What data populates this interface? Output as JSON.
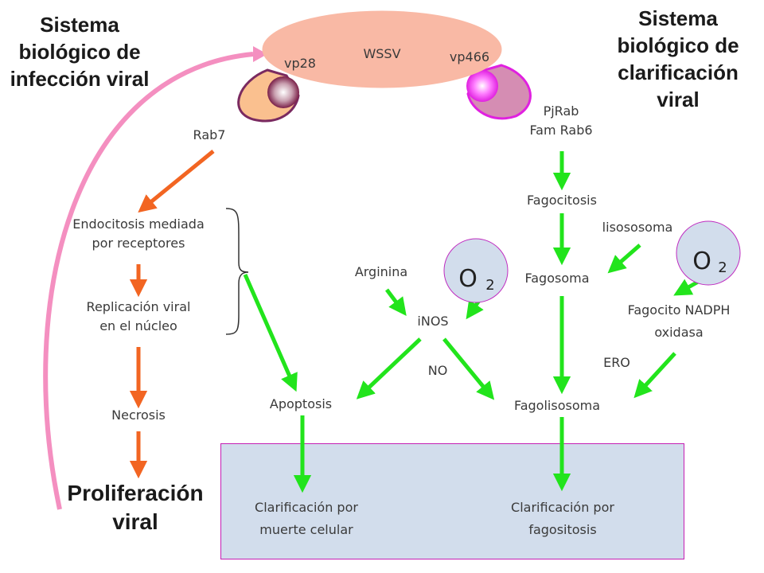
{
  "titles": {
    "left": [
      "Sistema",
      "biológico de",
      "infección viral"
    ],
    "right": [
      "Sistema",
      "biológico de",
      "clarificación",
      "viral"
    ],
    "proliferacion": [
      "Proliferación",
      "viral"
    ]
  },
  "virus": {
    "name": "WSSV",
    "protein_left": "vp28",
    "protein_right": "vp466"
  },
  "receptors": {
    "left": "Rab7",
    "right": [
      "PjRab",
      "Fam Rab6"
    ]
  },
  "infection_path": {
    "endocitosis": [
      "Endocitosis mediada",
      "por receptores"
    ],
    "replicacion": [
      "Replicación viral",
      "en el núcleo"
    ],
    "necrosis": "Necrosis"
  },
  "clearance_path": {
    "fagocitosis": "Fagocitosis",
    "lisosoma": "lisososoma",
    "fagosoma": "Fagosoma",
    "arginina": "Arginina",
    "inos": "iNOS",
    "no": "NO",
    "fagocito": [
      "Fagocito NADPH",
      "oxidasa"
    ],
    "ero": "ERO",
    "apoptosis": "Apoptosis",
    "fagolisosoma": "Fagolisosoma"
  },
  "oxygen": {
    "symbol": "O",
    "subscript": "2"
  },
  "outcomes": {
    "left": [
      "Clarificación por",
      "muerte celular"
    ],
    "right": [
      "Clarificación por",
      "fagositosis"
    ]
  },
  "colors": {
    "orange_arrow": "#f26522",
    "green_arrow": "#22e41c",
    "pink_curve": "#f48fc0",
    "virus_fill": "#f9b9a5",
    "circle_stroke": "#c02cc0",
    "box_fill": "#d2ddec"
  }
}
